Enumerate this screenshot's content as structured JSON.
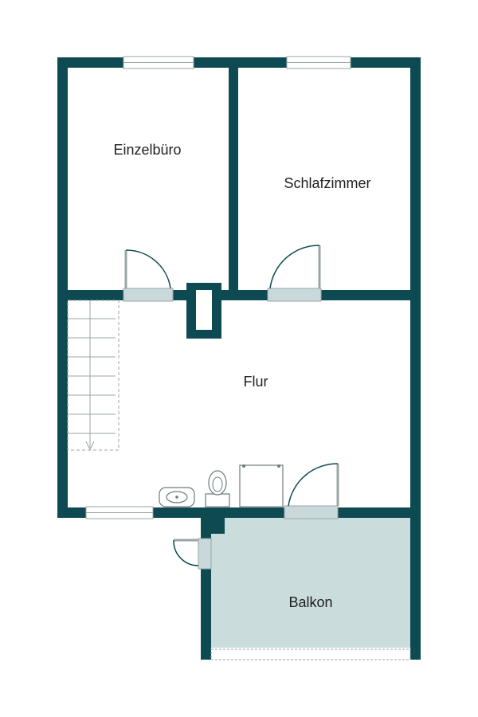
{
  "floorplan": {
    "rooms": [
      {
        "id": "einzelbuero",
        "label": "Einzelbüro"
      },
      {
        "id": "schlafzimmer",
        "label": "Schlafzimmer"
      },
      {
        "id": "flur",
        "label": "Flur"
      },
      {
        "id": "balkon",
        "label": "Balkon"
      }
    ],
    "colors": {
      "wall": "#0d4a51",
      "window": "#c9d8da",
      "door_sill": "#c9d8da",
      "balcony_fill": "#cbdcdd",
      "door_swing": "#9aa5a7",
      "fixture": "#6e7a7c"
    }
  }
}
